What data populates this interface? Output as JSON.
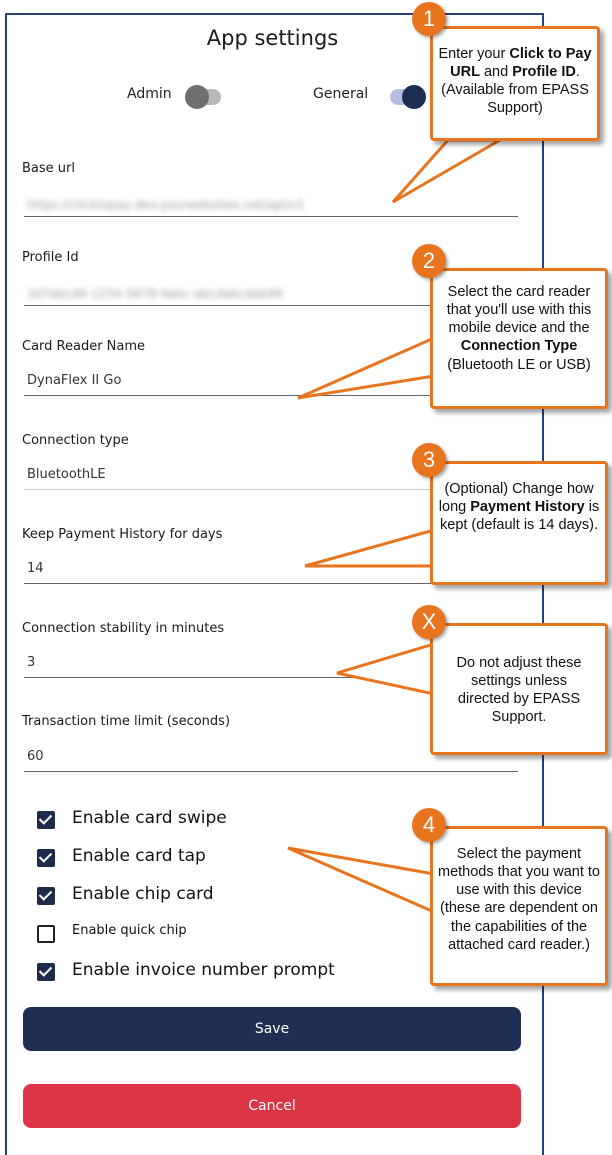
{
  "page": {
    "title": "App settings",
    "toggles": {
      "admin_label": "Admin",
      "admin_on": false,
      "general_label": "General",
      "general_on": true
    }
  },
  "fields": {
    "base_url": {
      "label": "Base url",
      "value": "https://clicktopay-dev.yourwebsites.net/api/v1"
    },
    "profile_id": {
      "label": "Profile Id",
      "value": "3d7abcd0-1234-5678-9abc-abcdabcdab99"
    },
    "card_reader": {
      "label": "Card Reader Name",
      "value": "DynaFlex II Go"
    },
    "connection_type": {
      "label": "Connection type",
      "value": "BluetoothLE"
    },
    "history_days": {
      "label": "Keep Payment History for days",
      "value": "14"
    },
    "stability": {
      "label": "Connection stability in minutes",
      "value": "3"
    },
    "time_limit": {
      "label": "Transaction time limit (seconds)",
      "value": "60"
    }
  },
  "options": {
    "swipe": {
      "label": "Enable card swipe",
      "checked": true
    },
    "tap": {
      "label": "Enable card tap",
      "checked": true
    },
    "chip": {
      "label": "Enable chip card",
      "checked": true
    },
    "quick_chip": {
      "label": "Enable quick chip",
      "checked": false
    },
    "invoice": {
      "label": "Enable invoice number prompt",
      "checked": true
    }
  },
  "buttons": {
    "save": "Save",
    "cancel": "Cancel"
  },
  "annotations": {
    "accent_color": "#e8741e",
    "c1": {
      "badge": "1",
      "t1": "Enter your ",
      "b1": "Click to Pay URL",
      "t2": " and ",
      "b2": "Profile ID",
      "t3": ". (Available from EPASS Support)"
    },
    "c2": {
      "badge": "2",
      "t1": "Select the card reader that you'll use with this mobile device and the ",
      "b1": "Connection Type",
      "t2": " (Bluetooth LE or USB)"
    },
    "c3": {
      "badge": "3",
      "t1": "(Optional) Change how long ",
      "b1": "Payment History",
      "t2": " is kept (default is 14 days)."
    },
    "cx": {
      "badge": "X",
      "t1": "Do not adjust these settings unless directed by EPASS Support."
    },
    "c4": {
      "badge": "4",
      "t1": "Select the payment methods that you want to use with this device (these are dependent on the capabilities of the attached card reader.)"
    }
  },
  "colors": {
    "primary": "#1e2f52",
    "danger": "#dc3545",
    "frame": "#2a3f77"
  }
}
